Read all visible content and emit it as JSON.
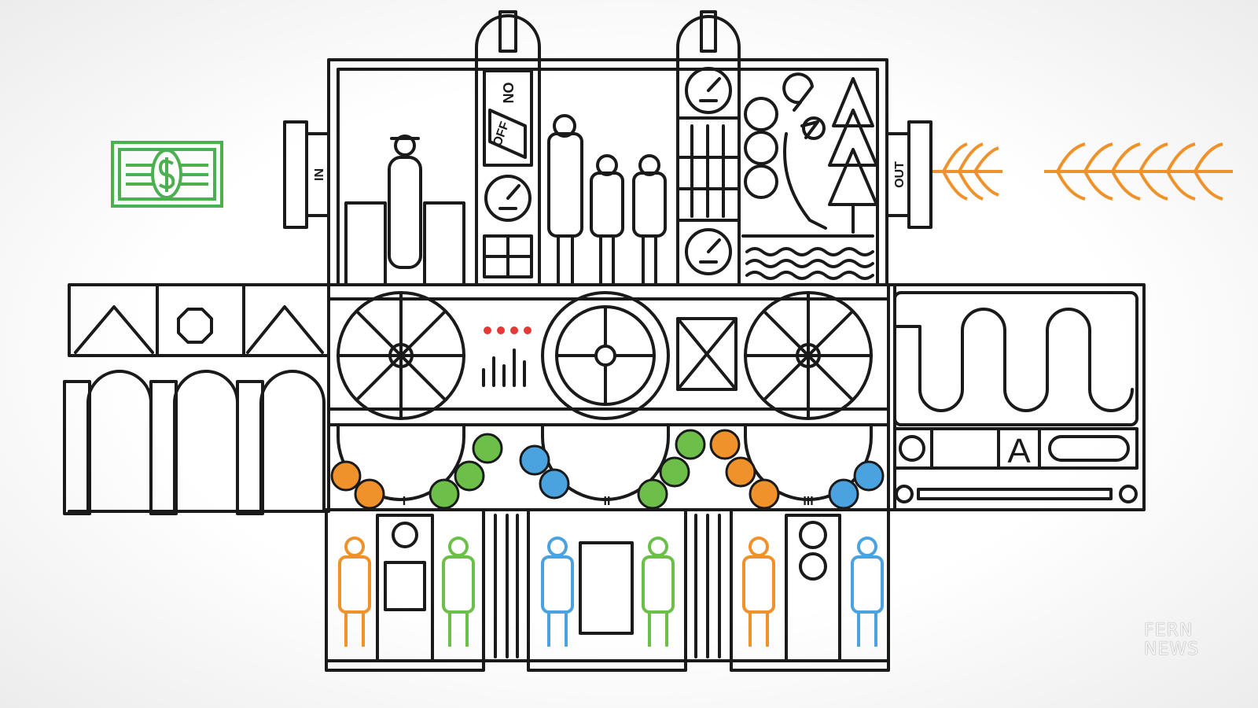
{
  "labels": {
    "in": "IN",
    "out": "OUT",
    "on": "ON",
    "off": "OFF",
    "stage1": "I",
    "stage2": "II",
    "stage3": "III",
    "panel_letter": "A"
  },
  "watermark": {
    "line1": "FERN",
    "line2": "NEWS"
  },
  "colors": {
    "money": "#4caf50",
    "wheat": "#f0922b",
    "orange": "#f0922b",
    "green": "#6cc04a",
    "blue": "#4aa3df",
    "line": "#1a1a1a"
  }
}
